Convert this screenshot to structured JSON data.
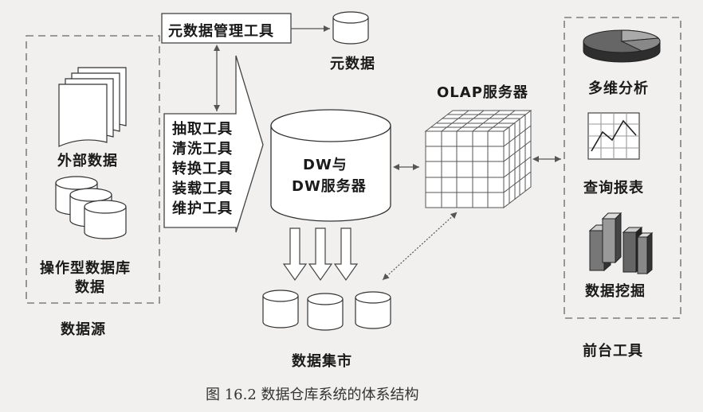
{
  "labels": {
    "metadata_tool": "元数据管理工具",
    "metadata": "元数据",
    "external_data": "外部数据",
    "operational_db": "操作型数据库",
    "operational_db_2": "数据",
    "data_source": "数据源",
    "dw_line1": "DW与",
    "dw_line2": "DW服务器",
    "olap_server": "OLAP服务器",
    "multidim": "多维分析",
    "query_report": "查询报表",
    "data_mining": "数据挖掘",
    "front_tools": "前台工具",
    "data_mart": "数据集市"
  },
  "tools": [
    "抽取工具",
    "清洗工具",
    "转换工具",
    "装载工具",
    "维护工具"
  ],
  "caption": "图 16.2   数据仓库系统的体系结构"
}
